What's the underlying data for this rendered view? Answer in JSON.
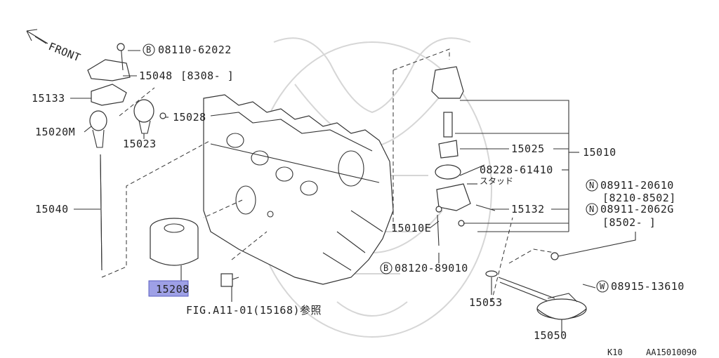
{
  "front_label": "FRONT",
  "labels": {
    "p15133": "15133",
    "p15020m": "15020M",
    "p15040": "15040",
    "p15048": "15048",
    "p15048_range": "[8308-    ]",
    "p15028": "15028",
    "p15023": "15023",
    "p15025": "15025",
    "p15010": "15010",
    "p08228": "08228-61410",
    "p08228_note": "スタッド",
    "p15132": "15132",
    "p15010e": "15010E",
    "p15053": "15053",
    "p15050": "15050",
    "p15208": "15208",
    "fig_ref": "FIG.A11-01(15168)参照",
    "b_08110": "08110-62022",
    "b_08120": "08120-89010",
    "n_08911_1": "08911-20610",
    "n_08911_1_range": "[8210-8502]",
    "n_08911_2": "08911-2062G",
    "n_08911_2_range": "[8502-    ]",
    "w_08915": "08915-13610"
  },
  "symbols": {
    "b": "B",
    "n": "N",
    "w": "W"
  },
  "footer": {
    "code": "K10",
    "ref": "AA15010090"
  },
  "colors": {
    "highlight": "#9ea0e6",
    "line": "#333333"
  }
}
